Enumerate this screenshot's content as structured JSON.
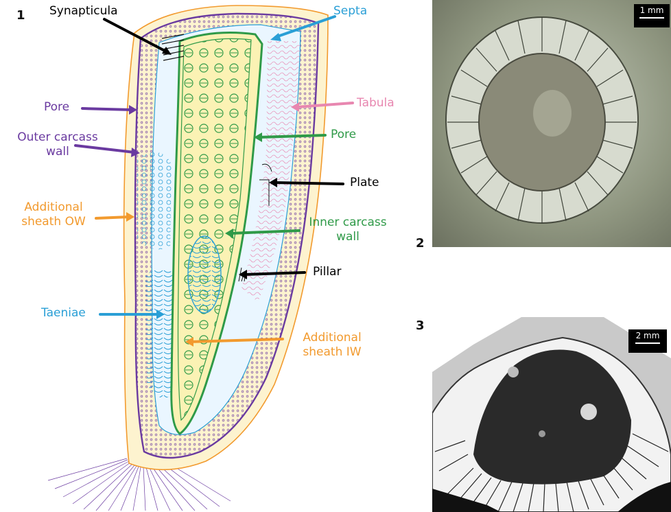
{
  "panels": {
    "p1": "1",
    "p2": "2",
    "p3": "3"
  },
  "labels": {
    "synapticula": "Synapticula",
    "septa": "Septa",
    "pore_outer": "Pore",
    "tabula": "Tabula",
    "outer_wall_1": "Outer carcass",
    "outer_wall_2": "wall",
    "pore_inner": "Pore",
    "plate": "Plate",
    "sheath_ow_1": "Additional",
    "sheath_ow_2": "sheath OW",
    "inner_wall_1": "Inner carcass",
    "inner_wall_2": "wall",
    "pillar": "Pillar",
    "taeniae": "Taeniae",
    "sheath_iw_1": "Additional",
    "sheath_iw_2": "sheath IW"
  },
  "scale_bars": {
    "photo2": "1 mm",
    "photo3": "2 mm"
  },
  "colors": {
    "purple": "#6a3aa0",
    "blue": "#2a9fd6",
    "pink": "#e887b0",
    "green": "#2f9a48",
    "orange": "#f29a2e",
    "black": "#000000",
    "sheath_fill": "#fdf3cf",
    "inner_fill": "#fbf2b4"
  }
}
